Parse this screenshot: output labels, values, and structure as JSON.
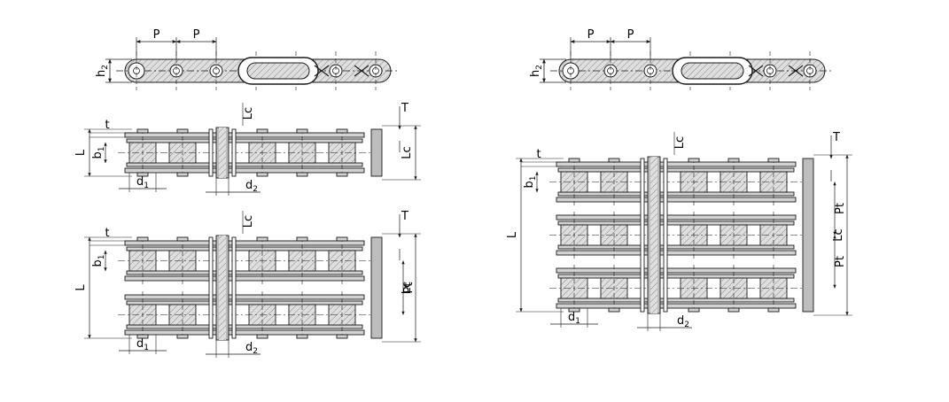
{
  "labels": {
    "pitch": "P",
    "plate_height": "h2",
    "plate_thickness": "t",
    "cotter_length": "Lc",
    "chain_thickness": "T",
    "overall_length": "L",
    "inner_width": "b1",
    "roller_diameter": "d1",
    "pin_diameter": "d2",
    "transverse_pitch": "Pt"
  },
  "colors": {
    "line": "#1a1a1a",
    "plate_fill": "#d2d2d2",
    "roller_fill": "#c8c8c8",
    "pin_fill": "#bdbdbd",
    "hatch": "#8a8a8a",
    "background": "#ffffff"
  }
}
